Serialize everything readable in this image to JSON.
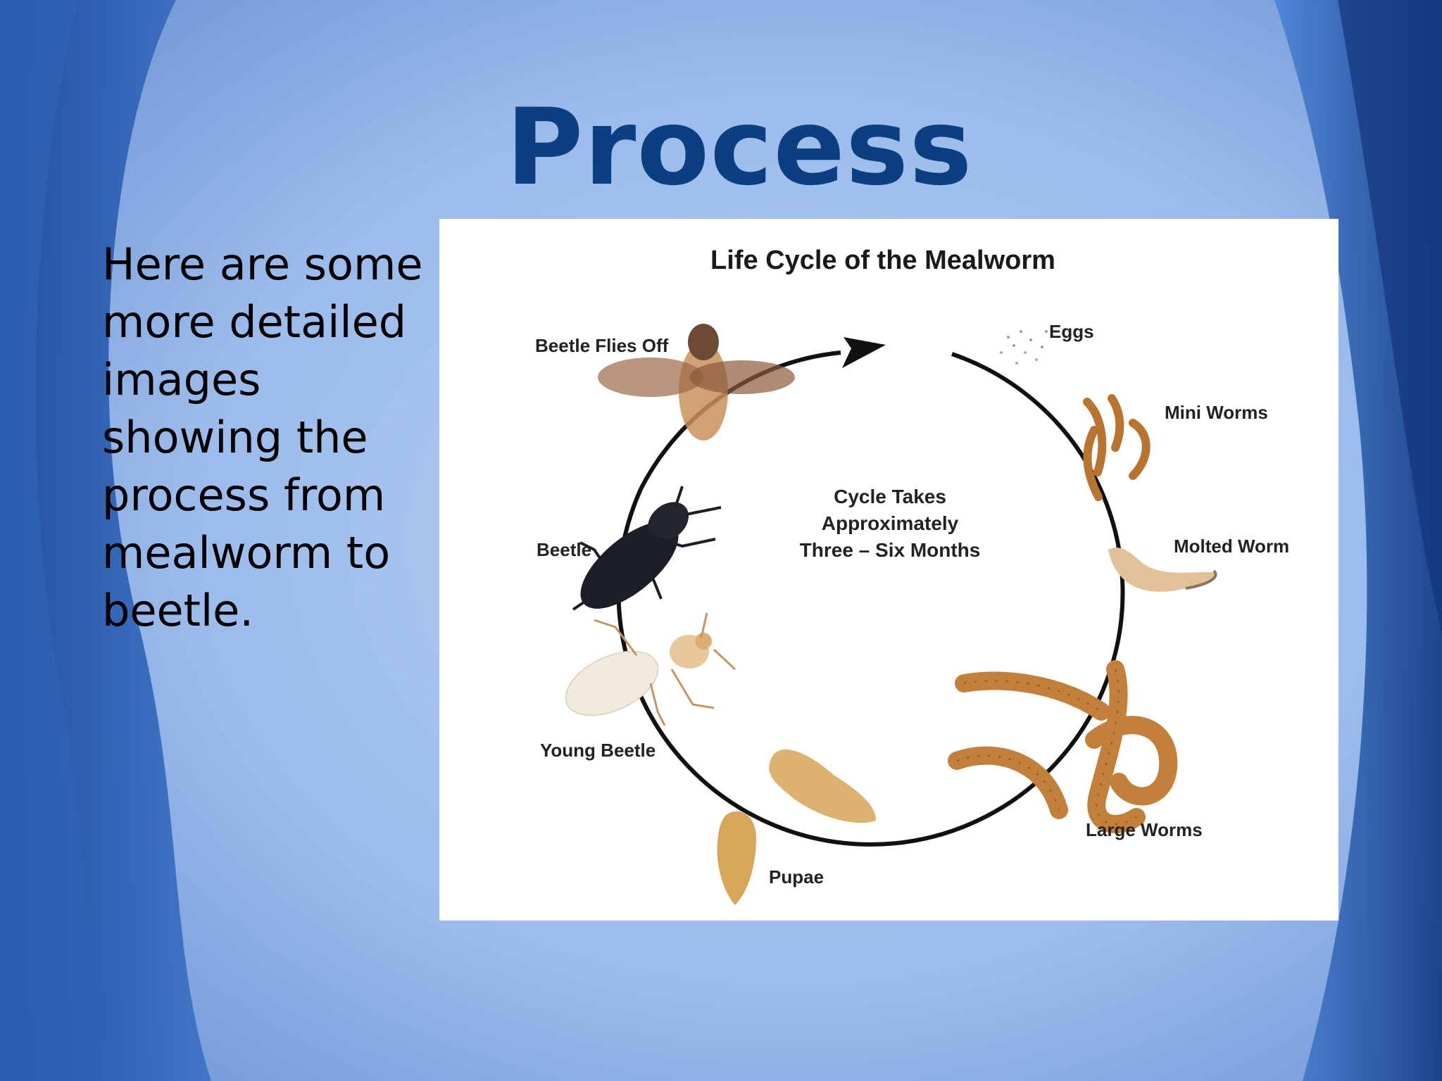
{
  "slide": {
    "title": "Process",
    "body": "Here are some more detailed images showing the process from mealworm to beetle."
  },
  "figure": {
    "title": "Life Cycle of the Mealworm",
    "center_note": [
      "Cycle Takes",
      "Approximately",
      "Three – Six Months"
    ],
    "stages": {
      "eggs": "Eggs",
      "mini_worms": "Mini Worms",
      "molted_worm": "Molted Worm",
      "large_worms": "Large Worms",
      "pupae": "Pupae",
      "young_beetle": "Young Beetle",
      "beetle": "Beetle",
      "beetle_flies_off": "Beetle Flies Off"
    }
  },
  "colors": {
    "title": "#0c3f82",
    "background_light": "#b3cdf1",
    "background_dark": "#1b4a9b",
    "cycle_line": "#111111",
    "larva": "#c8893f",
    "pupa": "#d9a85c",
    "beetle": "#1b1e26",
    "young_beetle": "#f1eadf"
  },
  "icons": [
    "flying-beetle-icon",
    "beetle-icon",
    "young-beetle-icon",
    "pupa-icon",
    "larva-icon",
    "eggs-icon",
    "cycle-arrow-icon"
  ]
}
